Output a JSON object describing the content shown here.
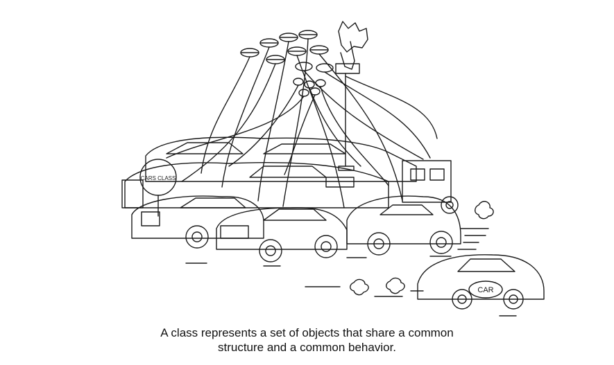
{
  "caption": {
    "line1": "A class represents a set of objects that share a common",
    "line2": "structure and a common behavior."
  },
  "signs": {
    "pile_sign": "CARS CLASS",
    "door_emblem": "CAR"
  },
  "colors": {
    "ink": "#1a1a1a",
    "paper": "#ffffff"
  }
}
